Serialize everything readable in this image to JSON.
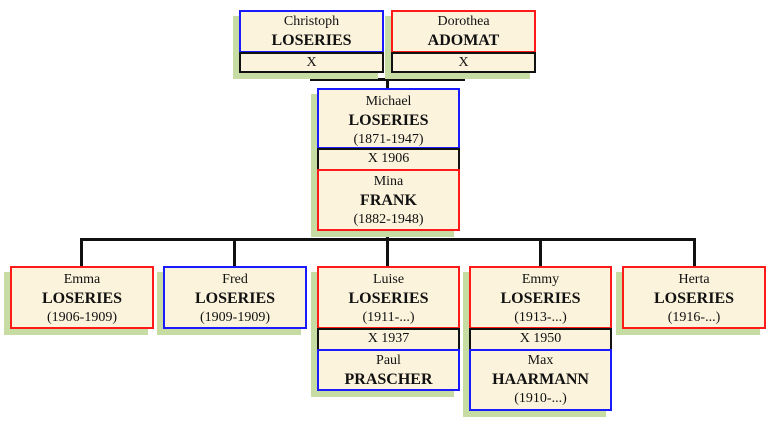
{
  "grandparents": {
    "father": {
      "given": "Christoph",
      "surname": "LOSERIES",
      "marriage": "X"
    },
    "mother": {
      "given": "Dorothea",
      "surname": "ADOMAT",
      "marriage": "X"
    }
  },
  "parents": {
    "father": {
      "given": "Michael",
      "surname": "LOSERIES",
      "dates": "(1871-1947)"
    },
    "marriage": "X 1906",
    "mother": {
      "given": "Mina",
      "surname": "FRANK",
      "dates": "(1882-1948)"
    }
  },
  "children": [
    {
      "given": "Emma",
      "surname": "LOSERIES",
      "dates": "(1906-1909)"
    },
    {
      "given": "Fred",
      "surname": "LOSERIES",
      "dates": "(1909-1909)"
    },
    {
      "given": "Luise",
      "surname": "LOSERIES",
      "dates": "(1911-...)",
      "marriage": "X 1937",
      "spouse": {
        "given": "Paul",
        "surname": "PRASCHER"
      }
    },
    {
      "given": "Emmy",
      "surname": "LOSERIES",
      "dates": "(1913-...)",
      "marriage": "X 1950",
      "spouse": {
        "given": "Max",
        "surname": "HAARMANN",
        "dates": "(1910-...)"
      }
    },
    {
      "given": "Herta",
      "surname": "LOSERIES",
      "dates": "(1916-...)"
    }
  ],
  "colors": {
    "male": "#1a1aff",
    "female": "#ff1a1a",
    "box": "#fbf3dc",
    "shadow": "#c6dca2"
  }
}
